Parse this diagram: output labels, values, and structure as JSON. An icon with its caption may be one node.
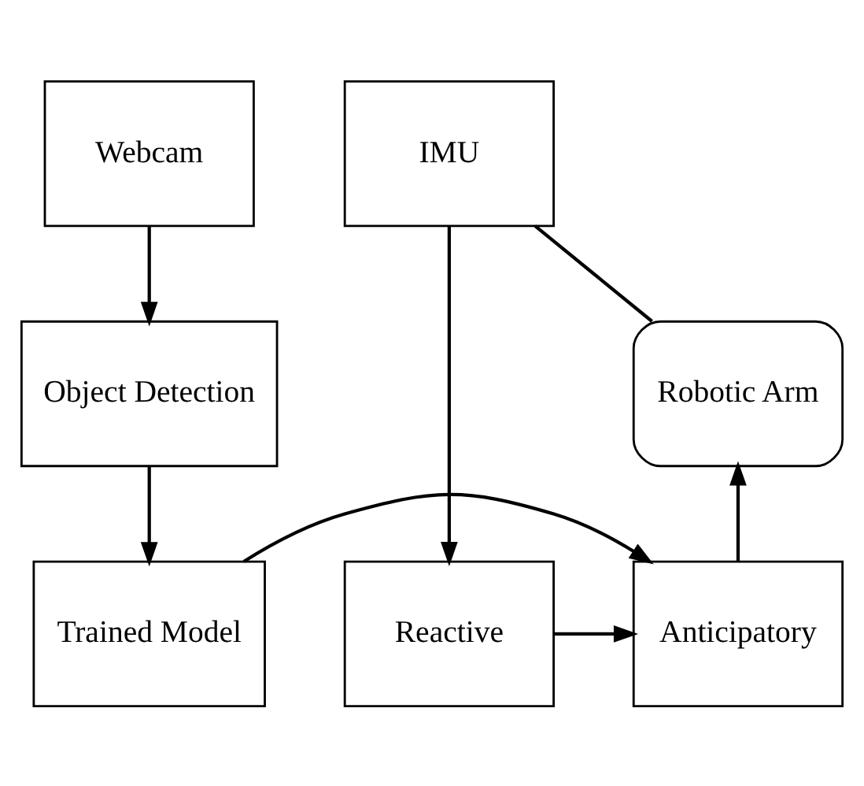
{
  "diagram": {
    "nodes": [
      {
        "text": [
          "Webcam"
        ]
      },
      {
        "text": [
          "IMU"
        ]
      },
      {
        "text": [
          "Robotic Arm"
        ]
      },
      {
        "text": [
          "Object Detection"
        ]
      },
      {
        "text": [
          "Trained Model"
        ]
      },
      {
        "text": [
          "Anticipatory"
        ]
      },
      {
        "text": [
          "Reactive"
        ]
      }
    ],
    "edges": [
      {
        "from": 0,
        "to": 3,
        "arrow": "to"
      },
      {
        "from": 3,
        "to": 4,
        "arrow": "to"
      },
      {
        "from": 4,
        "to": 5,
        "arrow": "to"
      },
      {
        "from": 6,
        "to": 5,
        "arrow": "to"
      },
      {
        "from": 5,
        "to": 2,
        "arrow": "to"
      },
      {
        "from": 1,
        "to": 6,
        "arrow": "to"
      },
      {
        "from": 2,
        "to": 1,
        "arrow": "none"
      }
    ]
  }
}
